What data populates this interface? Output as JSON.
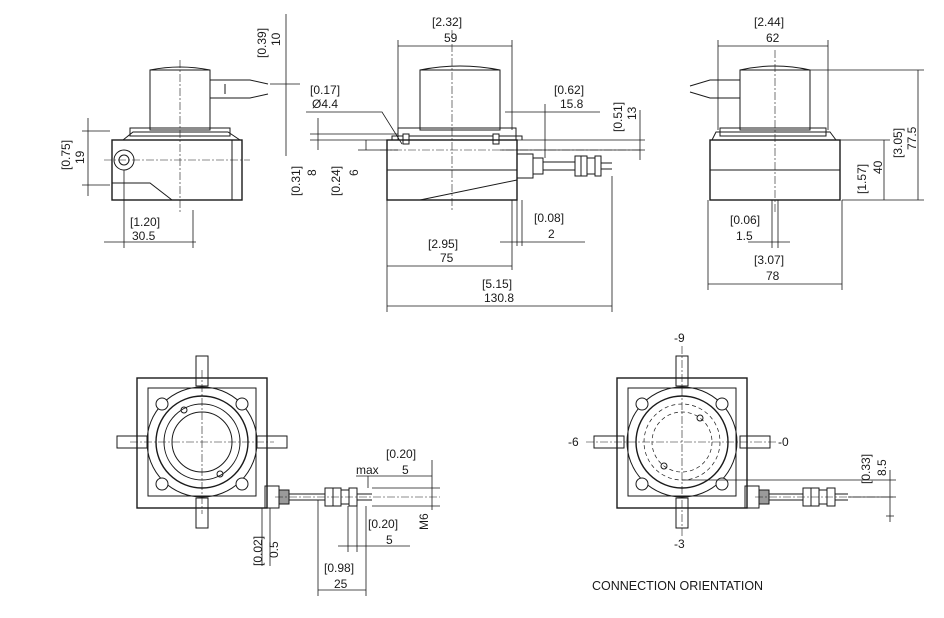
{
  "dims": {
    "side_top_in": "[0.39]",
    "side_top_mm": "10",
    "side_h_in": "[0.75]",
    "side_h_mm": "19",
    "side_w_in": "[1.20]",
    "side_w_mm": "30.5",
    "front_w_in": "[2.32]",
    "front_w_mm": "59",
    "hole_in": "[0.17]",
    "hole_mm": "Ø4.4",
    "f8_in": "[0.31]",
    "f8_mm": "8",
    "f6_in": "[0.24]",
    "f6_mm": "6",
    "f158_in": "[0.62]",
    "f158_mm": "15.8",
    "f13_in": "[0.51]",
    "f13_mm": "13",
    "f2_in": "[0.08]",
    "f2_mm": "2",
    "f75_in": "[2.95]",
    "f75_mm": "75",
    "f1308_in": "[5.15]",
    "f1308_mm": "130.8",
    "back_w_in": "[2.44]",
    "back_w_mm": "62",
    "back_h_in": "[3.05]",
    "back_h_mm": "77.5",
    "back_40_in": "[1.57]",
    "back_40_mm": "40",
    "back_15_in": "[0.06]",
    "back_15_mm": "1.5",
    "back_78_in": "[3.07]",
    "back_78_mm": "78",
    "top_max_label": "max",
    "top_max_in": "[0.20]",
    "top_max_mm": "5",
    "top_m6": "M6",
    "top_5_in": "[0.20]",
    "top_5_mm": "5",
    "top_05_in": "[0.02]",
    "top_05_mm": "0.5",
    "top_25_in": "[0.98]",
    "top_25_mm": "25",
    "conn_85_in": "[0.33]",
    "conn_85_mm": "8.5"
  },
  "orientation": {
    "top": "-9",
    "left": "-6",
    "right": "-0",
    "bottom": "-3",
    "caption": "CONNECTION ORIENTATION"
  }
}
